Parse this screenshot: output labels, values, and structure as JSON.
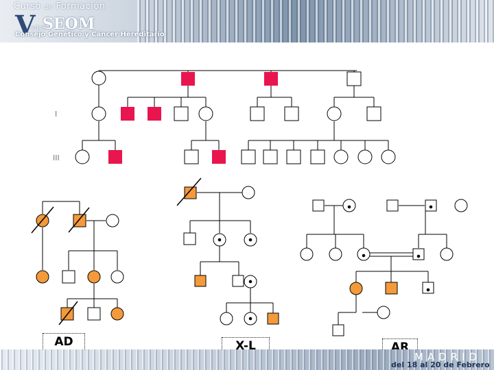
{
  "header": {
    "course_line": "Curso",
    "course_small": "de",
    "course_word": "Formación",
    "org": "SEOM",
    "sobre": "sobre",
    "subtitle": "Consejo Genético y Cáncer Hereditario"
  },
  "footer": {
    "city": "MADRID",
    "dates": "del 18 al 20 de Febrero"
  },
  "generations": [
    "I",
    "III"
  ],
  "labels": {
    "autosomal_dominant": "AD",
    "x_linked": "X-L",
    "autosomal_recessive": "AR"
  },
  "colors": {
    "affected_top": "#e8154e",
    "affected_bottom": "#f39a3a",
    "line": "#000000"
  }
}
